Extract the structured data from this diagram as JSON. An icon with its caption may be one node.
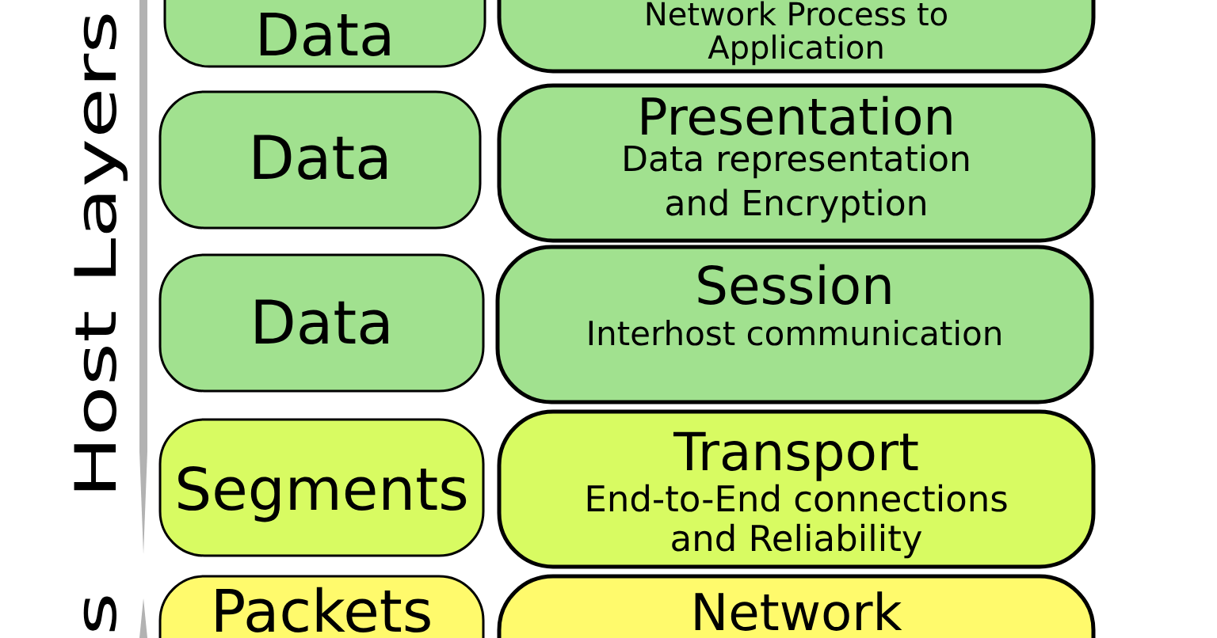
{
  "diagram": {
    "nodes": [
      {
        "text": [
          "Data"
        ]
      },
      {
        "text": [
          "Network Process to Application"
        ]
      },
      {
        "text": [
          "Data"
        ]
      },
      {
        "text": [
          "Presentation",
          "Data representation and Encryption"
        ]
      },
      {
        "text": [
          "Data"
        ]
      },
      {
        "text": [
          "Session",
          "Interhost communication"
        ]
      },
      {
        "text": [
          "Segments"
        ]
      },
      {
        "text": [
          "Transport",
          "End-to-End connections and Reliability"
        ]
      },
      {
        "text": [
          "Packets"
        ]
      },
      {
        "text": [
          "Network"
        ]
      }
    ],
    "labels": [
      "Host Layers",
      "s"
    ]
  }
}
